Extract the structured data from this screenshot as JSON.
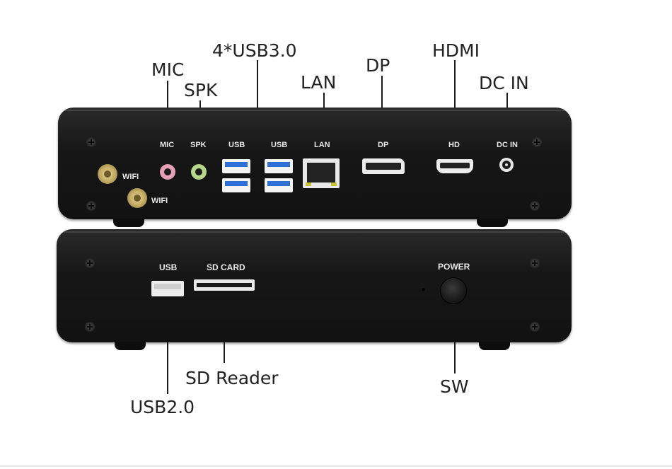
{
  "callouts": {
    "mic": "MIC",
    "spk": "SPK",
    "usb3": "4*USB3.0",
    "lan": "LAN",
    "dp": "DP",
    "hdmi": "HDMI",
    "dcin": "DC IN",
    "sd_reader": "SD Reader",
    "usb2": "USB2.0",
    "sw": "SW"
  },
  "back_panel": {
    "wifi1": "WIFI",
    "wifi2": "WIFI",
    "mic": "MIC",
    "spk": "SPK",
    "usb_a": "USB",
    "usb_b": "USB",
    "lan": "LAN",
    "dp": "DP",
    "hd": "HD",
    "dcin": "DC IN"
  },
  "front_panel": {
    "usb": "USB",
    "sdcard": "SD CARD",
    "power": "POWER"
  },
  "colors": {
    "mic_jack": "#e4a0b4",
    "spk_jack": "#b8d68a",
    "usb3_blue": "#2f6fd6",
    "antenna_gold": "#c9b26a"
  }
}
